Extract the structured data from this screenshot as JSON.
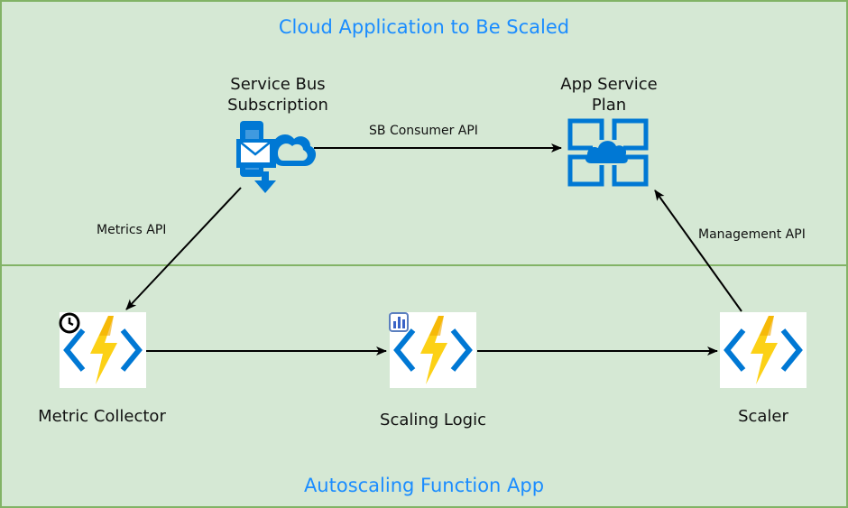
{
  "panels": {
    "top_title": "Cloud Application to Be Scaled",
    "bottom_title": "Autoscaling Function App"
  },
  "nodes": {
    "service_bus": {
      "line1": "Service Bus",
      "line2": "Subscription",
      "icon": "service-bus-icon"
    },
    "app_service_plan": {
      "line1": "App Service",
      "line2": "Plan",
      "icon": "app-service-plan-icon"
    },
    "metric_collector": {
      "label": "Metric Collector",
      "icon": "azure-function-icon",
      "badge": "clock-icon"
    },
    "scaling_logic": {
      "label": "Scaling Logic",
      "icon": "azure-function-icon",
      "badge": "chart-icon"
    },
    "scaler": {
      "label": "Scaler",
      "icon": "azure-function-icon"
    }
  },
  "edges": {
    "sb_consumer_api": "SB Consumer API",
    "metrics_api": "Metrics API",
    "management_api": "Management API"
  },
  "colors": {
    "panel_fill": "#d5e8d4",
    "panel_border": "#82b366",
    "title_blue": "#1a8cff",
    "azure_blue": "#0078d4",
    "function_yellow": "#fcd116"
  }
}
